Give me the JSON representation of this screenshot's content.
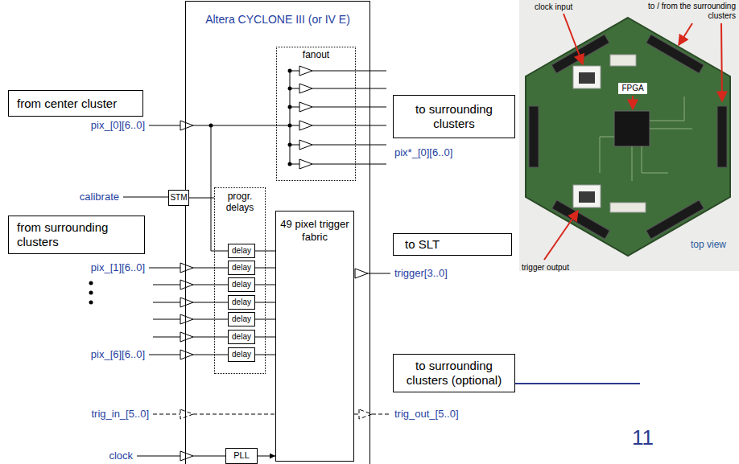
{
  "diagram": {
    "nodes": [
      {
        "text": [
          "Altera CYCLONE III (or IV E)"
        ]
      },
      {
        "text": [
          "fanout"
        ],
        "in": 0
      },
      {
        "text": [
          "progr. delays"
        ],
        "in": 0
      },
      {
        "text": [
          "delay"
        ],
        "in": 2
      },
      {
        "text": [
          "delay"
        ],
        "in": 2
      },
      {
        "text": [
          "delay"
        ],
        "in": 2
      },
      {
        "text": [
          "delay"
        ],
        "in": 2
      },
      {
        "text": [
          "delay"
        ],
        "in": 2
      },
      {
        "text": [
          "delay"
        ],
        "in": 2
      },
      {
        "text": [
          "delay"
        ],
        "in": 2
      },
      {
        "text": [
          "STM"
        ]
      },
      {
        "text": [
          "49 pixel trigger fabric"
        ],
        "in": 0
      },
      {
        "text": [
          "PLL"
        ],
        "in": 0
      },
      {
        "text": [
          "from center cluster"
        ]
      },
      {
        "text": [
          "from surrounding clusters"
        ]
      },
      {
        "text": [
          "to surrounding clusters"
        ]
      },
      {
        "text": [
          "to SLT"
        ]
      },
      {
        "text": [
          "to surrounding clusters (optional)"
        ]
      }
    ],
    "edges": [
      {
        "from": 10,
        "to": 2,
        "arrow": "none"
      },
      {
        "from": 3,
        "to": 11,
        "arrow": "none"
      },
      {
        "from": 4,
        "to": 11,
        "arrow": "none"
      },
      {
        "from": 5,
        "to": 11,
        "arrow": "none"
      },
      {
        "from": 6,
        "to": 11,
        "arrow": "none"
      },
      {
        "from": 7,
        "to": 11,
        "arrow": "none"
      },
      {
        "from": 8,
        "to": 11,
        "arrow": "none"
      },
      {
        "from": 9,
        "to": 11,
        "arrow": "none"
      },
      {
        "from": 12,
        "to": 11,
        "arrow": "to"
      }
    ],
    "labels": [
      "pix_[0][6..0]",
      "calibrate",
      "pix_[1][6..0]",
      "pix_[6][6..0]",
      "trig_in_[5..0]",
      "clock",
      "pix*_[0][6..0]",
      "trigger[3..0]",
      "trig_out_[5..0]",
      "11",
      "clock input",
      "to / from the surrounding clusters",
      "FPGA",
      "top view",
      "trigger output"
    ]
  }
}
